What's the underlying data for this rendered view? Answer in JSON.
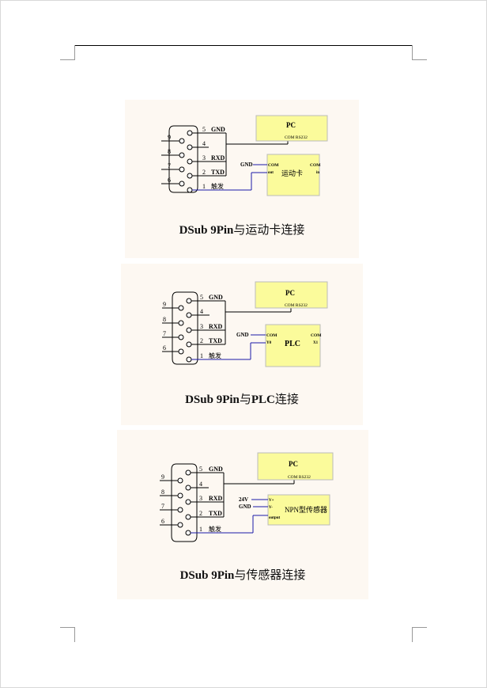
{
  "diagrams": [
    {
      "pins_left": [
        "9",
        "8",
        "7",
        "6"
      ],
      "pins_right": [
        "5",
        "4",
        "3",
        "2",
        "1"
      ],
      "pin_labels": {
        "gnd": "GND",
        "rxd": "RXD",
        "txd": "TXD",
        "trigger": "触发"
      },
      "pc_box": {
        "title": "PC",
        "port": "COM RS232"
      },
      "device_box": {
        "name": "运动卡",
        "com_left": "COM",
        "sub_left": "out",
        "com_right": "COM",
        "sub_right": "in"
      },
      "gnd_label": "GND",
      "caption_latin": "DSub 9Pin",
      "caption_cn": "与运动卡连接"
    },
    {
      "pins_left": [
        "9",
        "8",
        "7",
        "6"
      ],
      "pins_right": [
        "5",
        "4",
        "3",
        "2",
        "1"
      ],
      "pin_labels": {
        "gnd": "GND",
        "rxd": "RXD",
        "txd": "TXD",
        "trigger": "触发"
      },
      "pc_box": {
        "title": "PC",
        "port": "COM RS232"
      },
      "device_box": {
        "name": "PLC",
        "com_left": "COM",
        "sub_left": "Y0",
        "com_right": "COM",
        "sub_right": "X1"
      },
      "gnd_label": "GND",
      "caption_latin": "DSub 9Pin",
      "caption_cn_prefix": "与",
      "caption_latin2": "PLC",
      "caption_cn": "连接"
    },
    {
      "pins_left": [
        "9",
        "8",
        "7",
        "6"
      ],
      "pins_right": [
        "5",
        "4",
        "3",
        "2",
        "1"
      ],
      "pin_labels": {
        "gnd": "GND",
        "rxd": "RXD",
        "txd": "TXD",
        "trigger": "触发"
      },
      "pc_box": {
        "title": "PC",
        "port": "COM RS232"
      },
      "device_box": {
        "name": "NPN型传感器",
        "plus": "V+",
        "minus": "V-",
        "output": "output"
      },
      "v24_label": "24V",
      "gnd_label": "GND",
      "caption_latin": "DSub 9Pin",
      "caption_cn": "与传感器连接"
    }
  ]
}
